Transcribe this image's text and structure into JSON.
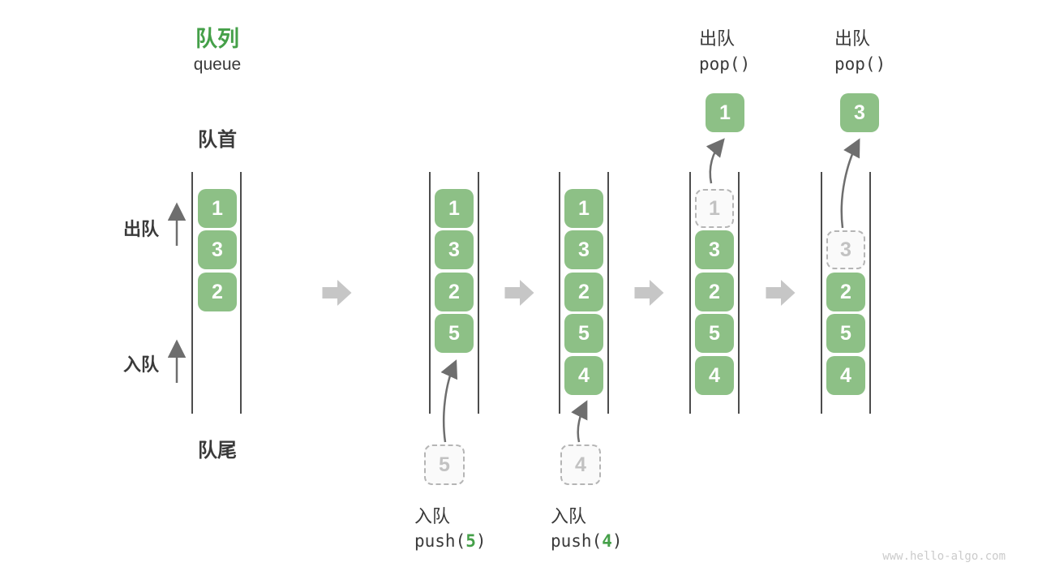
{
  "page": {
    "title_zh": "队列",
    "title_en": "queue",
    "watermark": "www.hello-algo.com"
  },
  "labels": {
    "front": "队首",
    "rear": "队尾",
    "dequeue": "出队",
    "enqueue": "入队"
  },
  "colors": {
    "accent_green": "#45A049",
    "cell_green": "#8DC086",
    "text_dark": "#3A3A3A",
    "ghost_border": "#B5B5B5",
    "ghost_text": "#C2C2C2",
    "rail_line": "#4D4D4D",
    "block_arrow": "#C6C6C6",
    "curve_arrow": "#6E6E6E",
    "watermark_gray": "#CBCBCB"
  },
  "stages": [
    {
      "cells": [
        "1",
        "3",
        "2"
      ]
    },
    {
      "cells": [
        "1",
        "3",
        "2",
        "5"
      ],
      "pending": "5",
      "op_zh": "入队",
      "op_fn": "push(",
      "op_arg": "5",
      "op_close": ")"
    },
    {
      "cells": [
        "1",
        "3",
        "2",
        "5",
        "4"
      ],
      "pending": "4",
      "op_zh": "入队",
      "op_fn": "push(",
      "op_arg": "4",
      "op_close": ")"
    },
    {
      "ghost": "1",
      "cells": [
        "3",
        "2",
        "5",
        "4"
      ],
      "popped": "1",
      "op_zh": "出队",
      "op_fn": "pop()"
    },
    {
      "ghost": "3",
      "cells": [
        "2",
        "5",
        "4"
      ],
      "popped": "3",
      "op_zh": "出队",
      "op_fn": "pop()"
    }
  ]
}
